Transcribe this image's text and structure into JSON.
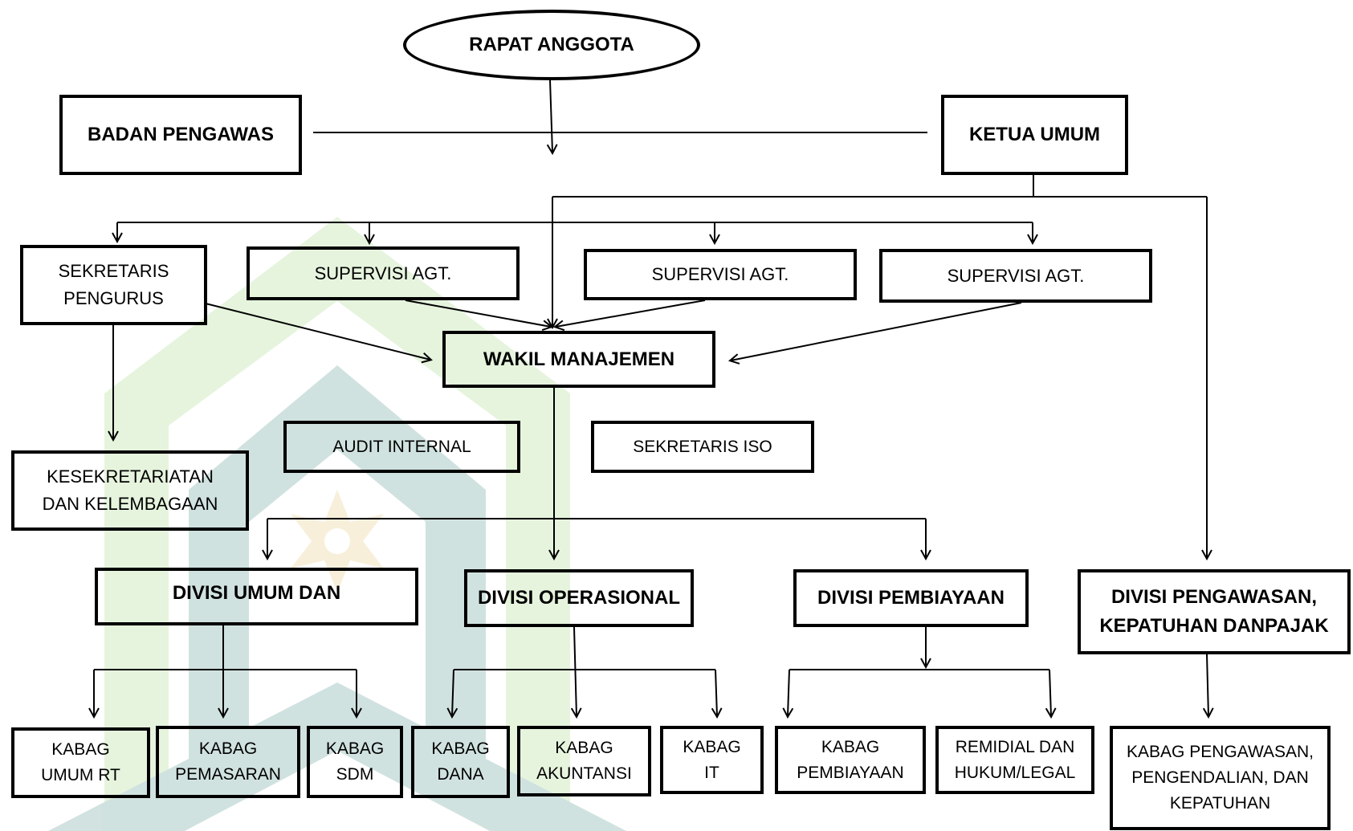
{
  "nodes": {
    "rapat_anggota": "RAPAT ANGGOTA",
    "badan_pengawas": "BADAN PENGAWAS",
    "ketua_umum": "KETUA UMUM",
    "sekretaris_pengurus": "SEKRETARIS\nPENGURUS",
    "supervisi_1": "SUPERVISI AGT.",
    "supervisi_2": "SUPERVISI AGT.",
    "supervisi_3": "SUPERVISI AGT.",
    "wakil_manajemen": "WAKIL MANAJEMEN",
    "kesekretariatan": "KESEKRETARIATAN\nDAN KELEMBAGAAN",
    "audit_internal": "AUDIT INTERNAL",
    "sekretaris_iso": "SEKRETARIS ISO",
    "divisi_umum": "DIVISI UMUM DAN",
    "divisi_operasional": "DIVISI OPERASIONAL",
    "divisi_pembiayaan": "DIVISI PEMBIAYAAN",
    "divisi_pengawasan": "DIVISI PENGAWASAN,\nKEPATUHAN DANPAJAK",
    "kabag_umum_rt": "KABAG\nUMUM RT",
    "kabag_pemasaran": "KABAG\nPEMASARAN",
    "kabag_sdm": "KABAG\nSDM",
    "kabag_dana": "KABAG\nDANA",
    "kabag_akuntansi": "KABAG\nAKUNTANSI",
    "kabag_it": "KABAG\nIT",
    "kabag_pembiayaan": "KABAG\nPEMBIAYAAN",
    "remidial": "REMIDIAL DAN\nHUKUM/LEGAL",
    "kabag_pengawasan": "KABAG PENGAWASAN,\nPENGENDALIAN, DAN\nKEPATUHAN"
  },
  "colors": {
    "line": "#000000",
    "watermark_green": "#8fcf6a",
    "watermark_teal": "#2f7d73",
    "watermark_gold": "#e0b860"
  }
}
